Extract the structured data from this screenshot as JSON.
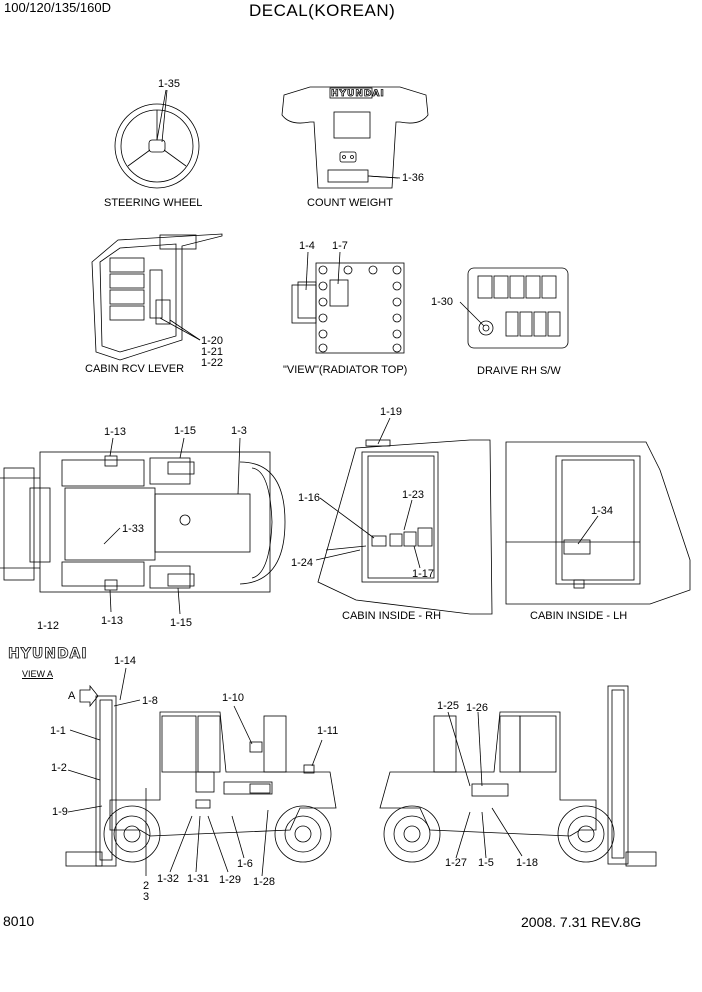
{
  "header": {
    "model": "100/120/135/160D",
    "title": "DECAL(KOREAN)"
  },
  "footer": {
    "page_number": "8010",
    "revision": "2008. 7.31  REV.8G"
  },
  "views": {
    "steering_wheel": "STEERING WHEEL",
    "count_weight": "COUNT WEIGHT",
    "cabin_rcv_lever": "CABIN RCV LEVER",
    "radiator_top": "\"VIEW\"(RADIATOR TOP)",
    "drive_rh_sw": "DRAIVE RH S/W",
    "cabin_inside_rh": "CABIN INSIDE - RH",
    "cabin_inside_lh": "CABIN INSIDE - LH",
    "view_a": "VIEW A",
    "arrow_a": "A"
  },
  "logos": {
    "brand": "HYUNDAI"
  },
  "callouts": {
    "c1_35": "1-35",
    "c1_36": "1-36",
    "c1_20": "1-20",
    "c1_21": "1-21",
    "c1_22": "1-22",
    "c1_4": "1-4",
    "c1_7": "1-7",
    "c1_30": "1-30",
    "c1_19": "1-19",
    "c1_16": "1-16",
    "c1_23": "1-23",
    "c1_24": "1-24",
    "c1_17": "1-17",
    "c1_34": "1-34",
    "c1_13_top": "1-13",
    "c1_15_top": "1-15",
    "c1_3": "1-3",
    "c1_33": "1-33",
    "c1_13_bot": "1-13",
    "c1_15_bot": "1-15",
    "c1_12": "1-12",
    "c1_14": "1-14",
    "c1_8": "1-8",
    "c1_10": "1-10",
    "c1_11": "1-11",
    "c1_1": "1-1",
    "c1_2": "1-2",
    "c1_9": "1-9",
    "c2": "2",
    "c3": "3",
    "c1_32": "1-32",
    "c1_31": "1-31",
    "c1_29": "1-29",
    "c1_6": "1-6",
    "c1_28": "1-28",
    "c1_25": "1-25",
    "c1_26": "1-26",
    "c1_27": "1-27",
    "c1_5": "1-5",
    "c1_18": "1-18"
  }
}
